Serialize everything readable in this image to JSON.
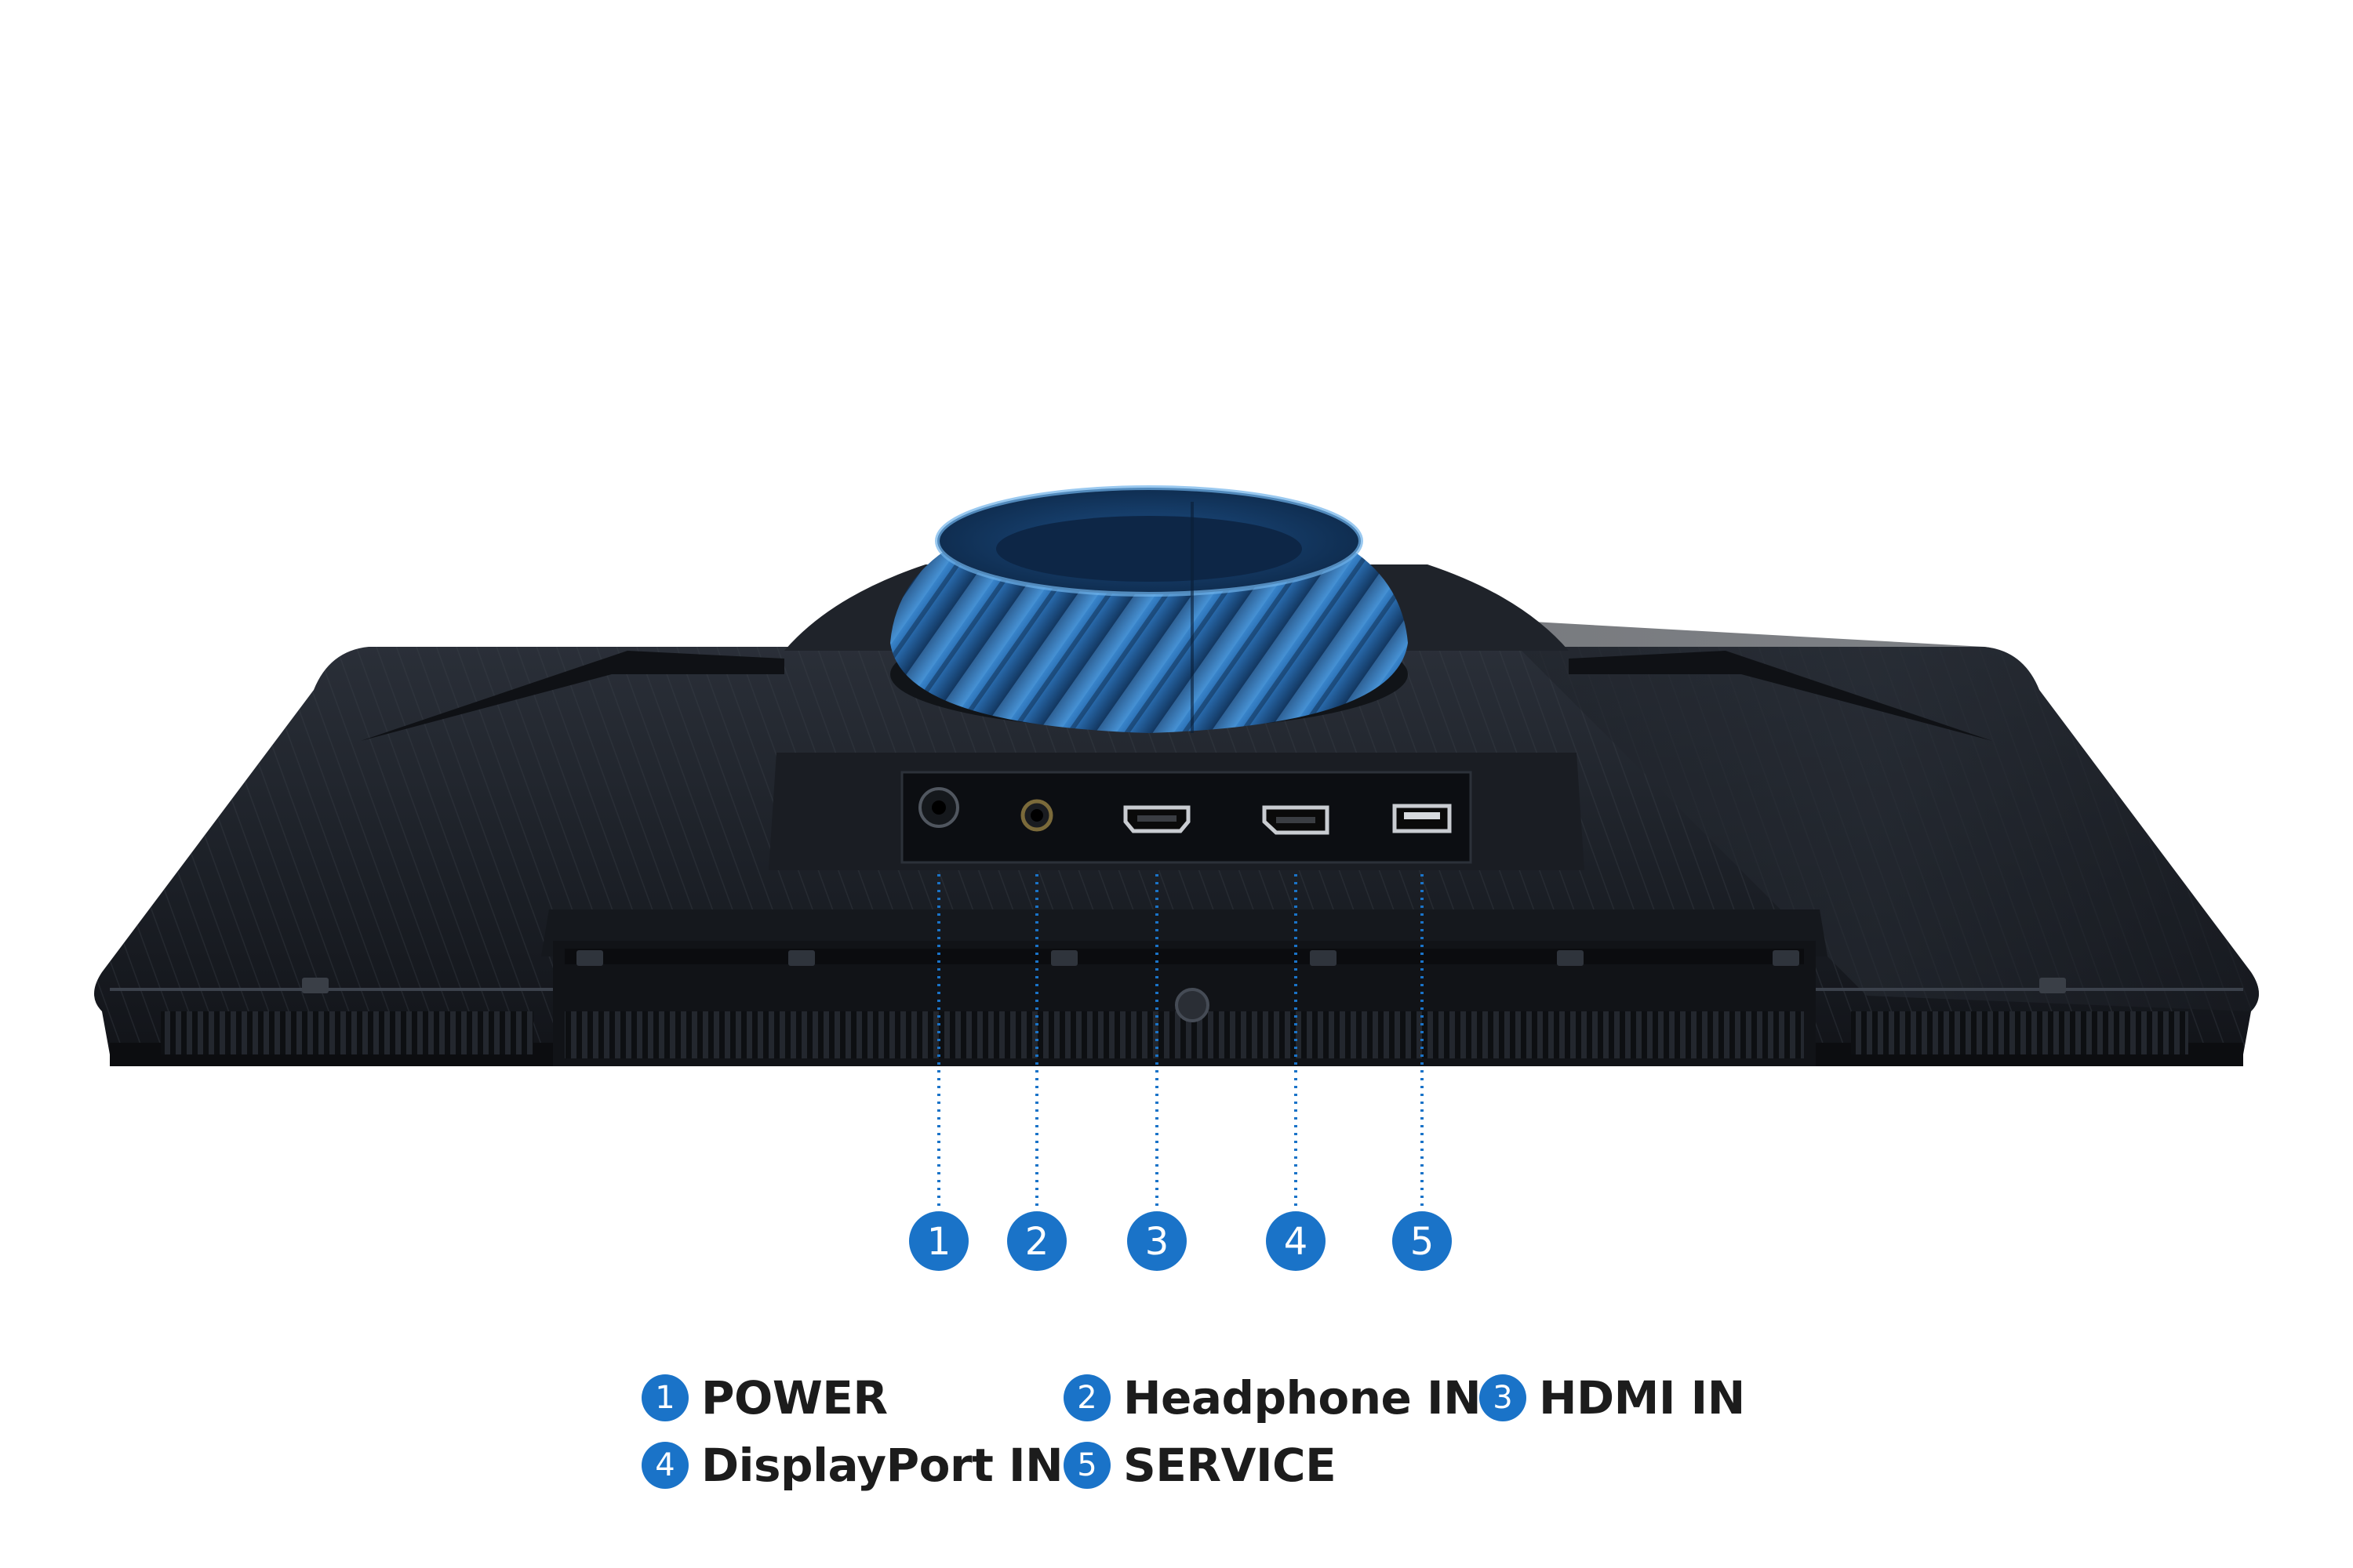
{
  "colors": {
    "accent": "#1a73c8",
    "ring_blue": "#2f6fb3",
    "monitor_body": "#1d2128",
    "background": "#ffffff",
    "label_text": "#1c1c1c"
  },
  "ports": [
    {
      "number": "1",
      "label": "POWER",
      "icon": "power-port-icon"
    },
    {
      "number": "2",
      "label": "Headphone IN",
      "icon": "headphone-port-icon"
    },
    {
      "number": "3",
      "label": "HDMI IN",
      "icon": "hdmi-port-icon"
    },
    {
      "number": "4",
      "label": "DisplayPort IN",
      "icon": "displayport-icon"
    },
    {
      "number": "5",
      "label": "SERVICE",
      "icon": "usb-service-port-icon"
    }
  ]
}
